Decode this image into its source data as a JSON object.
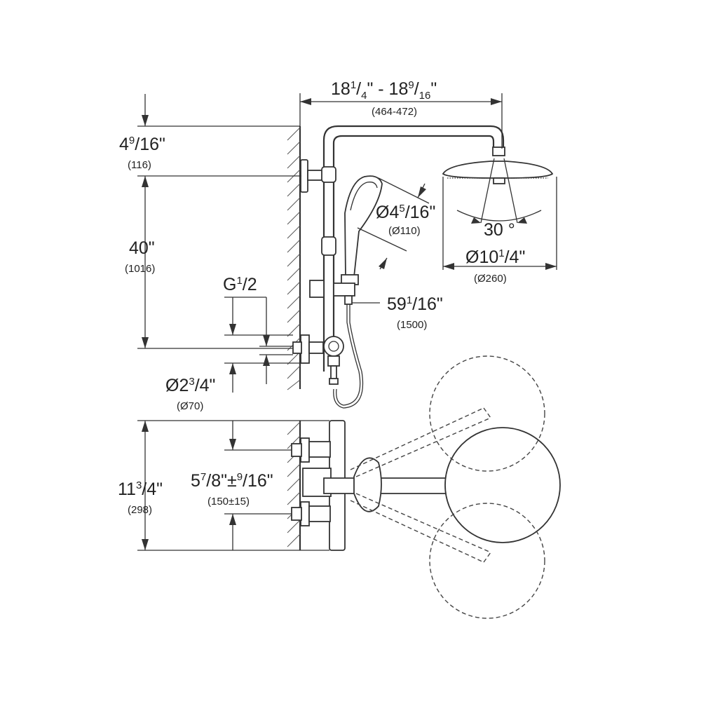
{
  "dimensions": {
    "arm_reach": {
      "main": "18",
      "sup1": "1",
      "rest1": "/",
      "sup2": "4",
      "mid": "\" - 18",
      "sup3": "9",
      "rest2": "/",
      "sup4": "16",
      "end": "\"",
      "metric": "(464-472)"
    },
    "top_height": {
      "main": "4",
      "sup": "9",
      "rest": "/16\"",
      "metric": "(116)"
    },
    "rail_height": {
      "main": "40\"",
      "metric": "(1016)"
    },
    "hand_shower_dia": {
      "main": "Ø4",
      "sup": "5",
      "rest": "/16\"",
      "metric": "(Ø110)"
    },
    "spray_angle": {
      "main": "30 °"
    },
    "head_shower_dia": {
      "main": "Ø10",
      "sup": "1",
      "rest": "/4\"",
      "metric": "(Ø260)"
    },
    "thread": {
      "main": "G",
      "sup": "1",
      "rest": "/2"
    },
    "hose_length": {
      "main": "59",
      "sup": "1",
      "rest": "/16\"",
      "metric": "(1500)"
    },
    "escutcheon_dia": {
      "main": "Ø2",
      "sup": "3",
      "rest": "/4\"",
      "metric": "(Ø70)"
    },
    "mixer_height": {
      "main": "11",
      "sup": "3",
      "rest": "/4\"",
      "metric": "(298)"
    },
    "inlet_spacing": {
      "main": "5",
      "sup": "7",
      "rest": "/8\"±",
      "sup2": "9",
      "rest2": "/16\"",
      "metric": "(150±15)"
    }
  }
}
